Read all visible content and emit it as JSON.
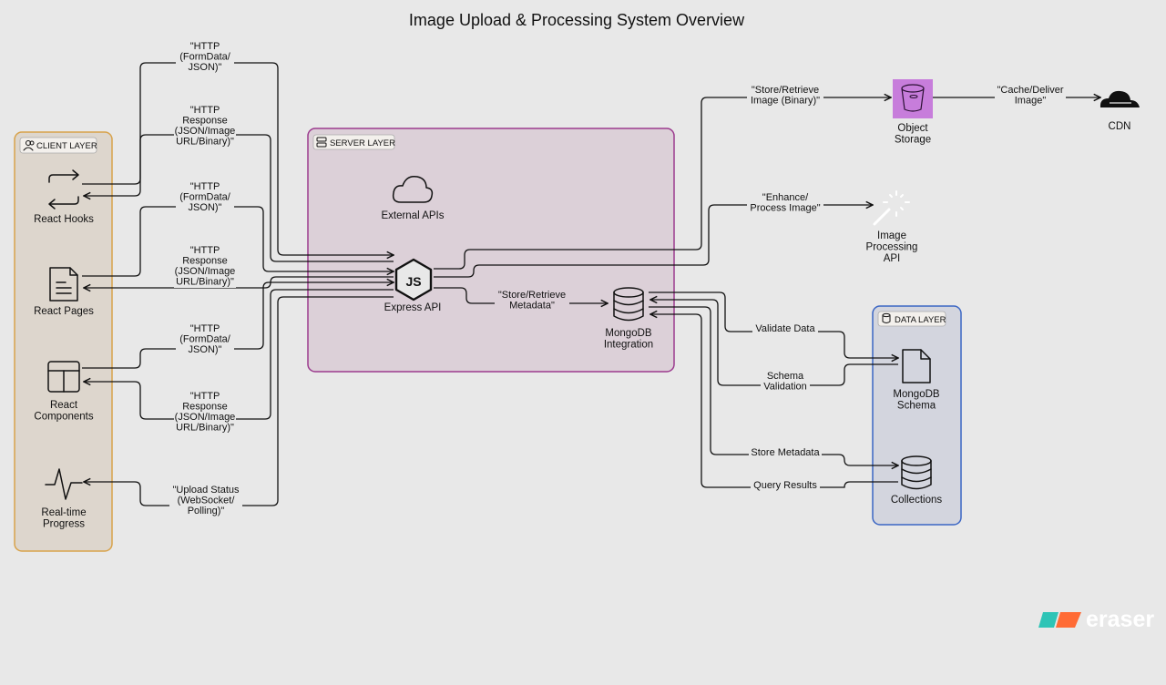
{
  "title": "Image Upload & Processing System Overview",
  "groups": {
    "client": "CLIENT LAYER",
    "server": "SERVER LAYER",
    "data": "DATA LAYER"
  },
  "nodes": {
    "react_hooks": "React Hooks",
    "react_pages": "React Pages",
    "react_components": [
      "React",
      "Components"
    ],
    "realtime_progress": [
      "Real-time",
      "Progress"
    ],
    "external_apis": "External APIs",
    "express_api": "Express API",
    "mongodb_integration": [
      "MongoDB",
      "Integration"
    ],
    "object_storage": [
      "Object",
      "Storage"
    ],
    "cdn": "CDN",
    "image_processing_api": [
      "Image",
      "Processing",
      "API"
    ],
    "mongodb_schema": [
      "MongoDB",
      "Schema"
    ],
    "collections": "Collections"
  },
  "edges": {
    "http_request_1": [
      "\"HTTP",
      "(FormData/",
      "JSON)\""
    ],
    "http_response_1": [
      "\"HTTP",
      "Response",
      "(JSON/Image",
      "URL/Binary)\""
    ],
    "http_request_2": [
      "\"HTTP",
      "(FormData/",
      "JSON)\""
    ],
    "http_response_2": [
      "\"HTTP",
      "Response",
      "(JSON/Image",
      "URL/Binary)\""
    ],
    "http_request_3": [
      "\"HTTP",
      "(FormData/",
      "JSON)\""
    ],
    "http_response_3": [
      "\"HTTP",
      "Response",
      "(JSON/Image",
      "URL/Binary)\""
    ],
    "upload_status": [
      "\"Upload Status",
      "(WebSocket/",
      "Polling)\""
    ],
    "store_metadata_api": [
      "\"Store/Retrieve",
      "Metadata\""
    ],
    "store_image": [
      "\"Store/Retrieve",
      "Image (Binary)\""
    ],
    "cache_deliver": [
      "\"Cache/Deliver",
      "Image\""
    ],
    "enhance": [
      "\"Enhance/",
      "Process Image\""
    ],
    "validate_data": "Validate Data",
    "schema_validation": [
      "Schema",
      "Validation"
    ],
    "store_metadata": "Store Metadata",
    "query_results": "Query Results"
  },
  "colors": {
    "background": "#e8e8e8",
    "client_fill": "#ddd6cd",
    "client_border": "#d8a24a",
    "server_fill": "#dcd0d8",
    "server_border": "#9b3a8e",
    "data_fill": "#d3d5de",
    "data_border": "#3b66c4",
    "storage_icon": "#c77ddb",
    "logo_teal": "#2ec4b6",
    "logo_orange": "#ff6b35"
  },
  "watermark": "eraser"
}
